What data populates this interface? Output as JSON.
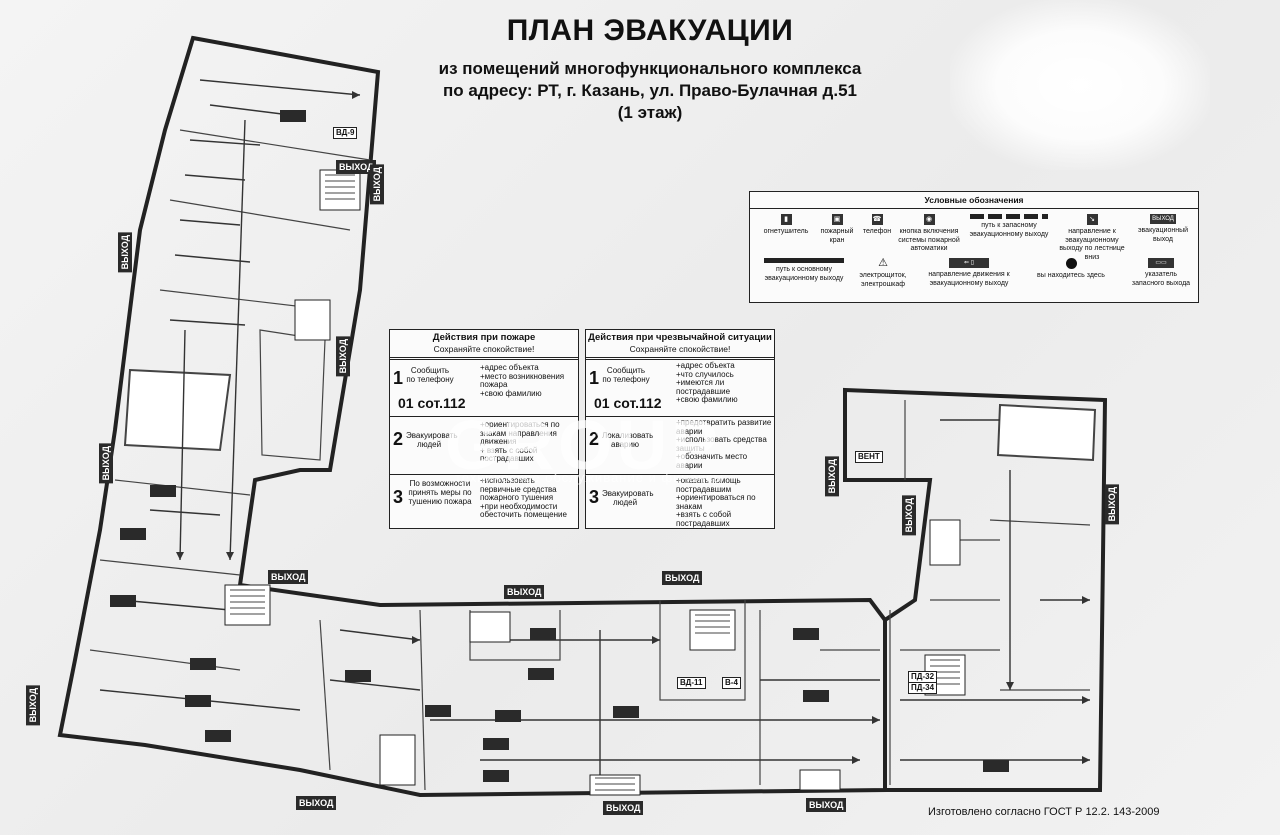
{
  "header": {
    "title": "ПЛАН ЭВАКУАЦИИ",
    "subtitle_line1": "из помещений многофункционального комплекса",
    "subtitle_line2": "по адресу: РТ, г. Казань, ул. Право-Булачная д.51",
    "subtitle_line3": "(1 этаж)"
  },
  "legend": {
    "title": "Условные обозначения",
    "items": [
      {
        "icon": "fire-extinguisher-icon",
        "label": "огнетушитель"
      },
      {
        "icon": "fire-hydrant-icon",
        "label": "пожарный кран"
      },
      {
        "icon": "phone-icon",
        "label": "телефон"
      },
      {
        "icon": "fire-alarm-button-icon",
        "label": "кнопка включения системы пожарной автоматики"
      },
      {
        "icon": "dashed-arrow-icon",
        "label": "путь к запасному эвакуационному выходу"
      },
      {
        "icon": "stairs-down-icon",
        "label": "направление к эвакуационному выходу по лестнице вниз"
      },
      {
        "icon": "exit-sign-icon",
        "label": "эвакуационный выход"
      },
      {
        "icon": "solid-arrow-icon",
        "label": "путь к основному эвакуационному выходу"
      },
      {
        "icon": "electrical-panel-icon",
        "label": "электрощиток, электрошкаф"
      },
      {
        "icon": "direction-sign-icon",
        "label": "направление движения к эвакуационному выходу"
      },
      {
        "icon": "you-are-here-icon",
        "label": "вы находитесь здесь"
      },
      {
        "icon": "emergency-exit-sign-icon",
        "label": "указатель запасного выхода"
      }
    ],
    "exit_symbol_text": "ВЫХОД"
  },
  "fire_actions": {
    "title": "Действия при пожаре",
    "subtitle": "Сохраняйте спокойствие!",
    "steps": [
      {
        "num": "1",
        "text": "Сообщить по телефону",
        "phone": "01 сот.112",
        "items": [
          "+адрес объекта",
          "+место возникновения пожара",
          "+свою фамилию"
        ]
      },
      {
        "num": "2",
        "text": "Эвакуировать людей",
        "items": [
          "+ориентироваться по знакам направления движения",
          "+ взять с собой пострадавших"
        ]
      },
      {
        "num": "3",
        "text": "По возможности принять меры по тушению пожара",
        "items": [
          "+использовать первичные средства пожарного тушения",
          "+при необходимости обесточить помещение"
        ]
      }
    ]
  },
  "emergency_actions": {
    "title": "Действия при чрезвычайной ситуации",
    "subtitle": "Сохраняйте спокойствие!",
    "steps": [
      {
        "num": "1",
        "text": "Сообщить по телефону",
        "phone": "01 сот.112",
        "items": [
          "+адрес объекта",
          "+что случилось",
          "+имеются ли пострадавшие",
          "+свою фамилию"
        ]
      },
      {
        "num": "2",
        "text": "Локализовать аварию",
        "items": [
          "+предотвратить развитие аварии",
          "+использовать средства защиты",
          "+обозначить место аварии"
        ]
      },
      {
        "num": "3",
        "text": "Эвакуировать людей",
        "items": [
          "+оказать помощь пострадавшим",
          "+ориентироваться по знакам",
          "+взять с собой пострадавших"
        ]
      }
    ]
  },
  "plan": {
    "exits": [
      "ВЫХОД",
      "ВЫХОД",
      "ВЫХОД",
      "ВЫХОД",
      "ВЫХОД",
      "ВЫХОД",
      "ВЫХОД",
      "ВЫХОД",
      "ВЫХОД",
      "ВЫХОД",
      "ВЫХОД",
      "ВЫХОД",
      "ВЫХОД",
      "ВЫХОД",
      "ВЫХОД"
    ],
    "labels": {
      "vd9": "ВД-9",
      "vd11": "ВД-11",
      "v4": "В-4",
      "vent": "ВЕНТ",
      "pd32": "ПД-32",
      "pd34": "ПД-34"
    }
  },
  "watermark": {
    "logo": "GROUP",
    "tagline": "техническое обслуживание и финансы"
  },
  "footer": {
    "standard": "Изготовлено согласно ГОСТ Р 12.2. 143-2009"
  }
}
